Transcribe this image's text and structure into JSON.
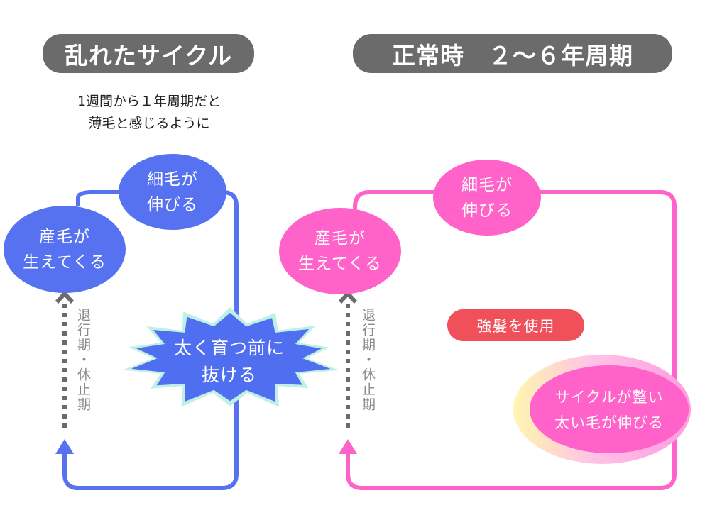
{
  "left": {
    "title": "乱れたサイクル",
    "caption_line1": "1週間から１年周期だと",
    "caption_line2": "薄毛と感じるように",
    "growth_line1": "細毛が",
    "growth_line2": "伸びる",
    "birth_line1": "産毛が",
    "birth_line2": "生えてくる",
    "burst_line1": "太く育つ前に",
    "burst_line2": "抜ける",
    "rest_label": "退行期・休止期",
    "color": "#5672f0"
  },
  "right": {
    "title": "正常時　２～６年周期",
    "growth_line1": "細毛が",
    "growth_line2": "伸びる",
    "birth_line1": "産毛が",
    "birth_line2": "生えてくる",
    "tonic_label": "強髪を使用",
    "result_line1": "サイクルが整い",
    "result_line2": "太い毛が伸びる",
    "rest_label": "退行期・休止期",
    "color": "#ff62c8",
    "tonic_color": "#f0505a"
  }
}
